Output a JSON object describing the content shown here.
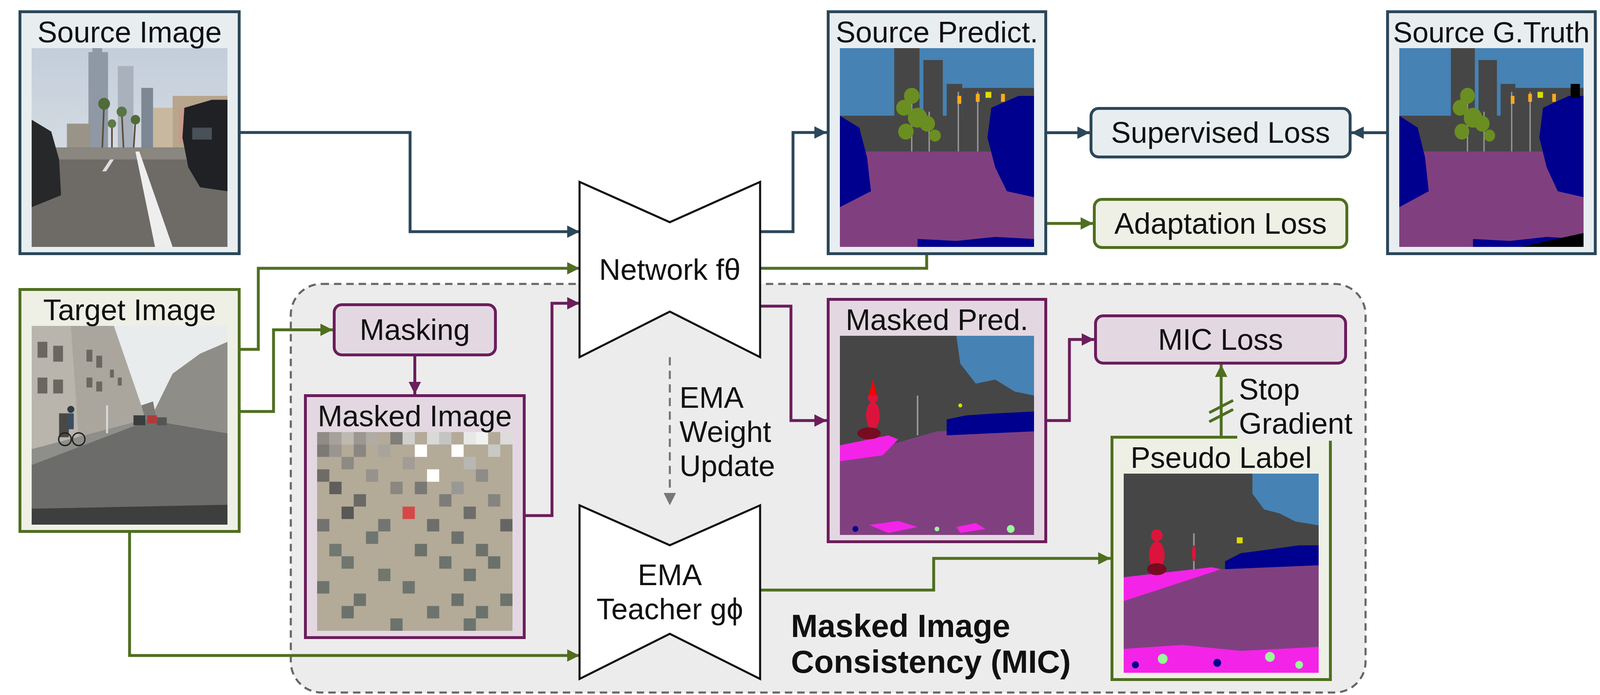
{
  "diagram": {
    "nodes": [
      {
        "text": [
          "Source Image"
        ]
      },
      {
        "text": [
          "Network fθ"
        ]
      },
      {
        "text": [
          "Source Predict."
        ]
      },
      {
        "text": [
          "Supervised Loss"
        ]
      },
      {
        "text": [
          "Source G.Truth"
        ]
      },
      {
        "text": [
          "Adaptation Loss"
        ]
      },
      {
        "text": [
          "Target Image"
        ]
      },
      {
        "text": [
          "Masked Image Consistency (MIC)"
        ]
      },
      {
        "text": [
          "Masking"
        ],
        "in": 7
      },
      {
        "text": [
          "Masked Image"
        ],
        "in": 7
      },
      {
        "text": [
          "EMA Teacher gϕ"
        ],
        "in": 7
      },
      {
        "text": [
          "Masked Pred."
        ],
        "in": 7
      },
      {
        "text": [
          "MIC Loss"
        ],
        "in": 7
      },
      {
        "text": [
          "Pseudo Label"
        ],
        "in": 7
      }
    ],
    "edges": [
      {
        "from": 0,
        "to": 1,
        "arrow": "to"
      },
      {
        "from": 6,
        "to": 1,
        "arrow": "to"
      },
      {
        "from": 6,
        "to": 8,
        "arrow": "to"
      },
      {
        "from": 8,
        "to": 9,
        "arrow": "to"
      },
      {
        "from": 9,
        "to": 1,
        "arrow": "to"
      },
      {
        "from": 6,
        "to": 10,
        "arrow": "to"
      },
      {
        "from": 1,
        "to": 2,
        "arrow": "to"
      },
      {
        "from": 1,
        "to": 2,
        "arrow": "none"
      },
      {
        "from": 2,
        "to": 3,
        "arrow": "to"
      },
      {
        "from": 4,
        "to": 3,
        "arrow": "to"
      },
      {
        "from": 2,
        "to": 5,
        "arrow": "to"
      },
      {
        "from": 1,
        "to": 11,
        "arrow": "to"
      },
      {
        "from": 1,
        "to": 10,
        "label": "EMA Weight Update",
        "arrow": "to"
      },
      {
        "from": 11,
        "to": 12,
        "arrow": "to"
      },
      {
        "from": 13,
        "to": 12,
        "label": "Stop Gradient",
        "arrow": "to"
      },
      {
        "from": 10,
        "to": 13,
        "arrow": "to"
      }
    ]
  }
}
